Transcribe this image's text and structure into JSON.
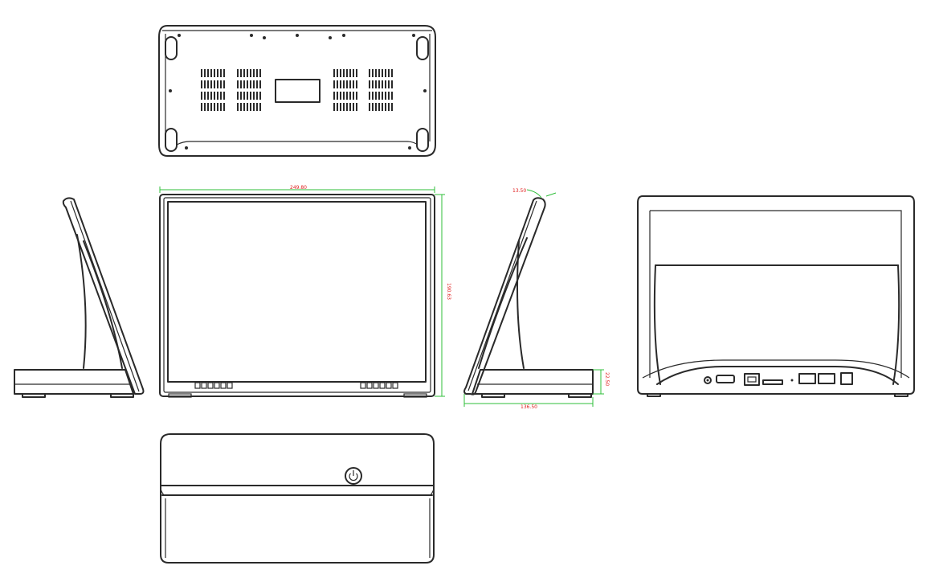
{
  "dimensions": {
    "width": "249.80",
    "height": "190.63",
    "bezel_angle": "13.50",
    "depth": "136.50",
    "base_height": "22.50"
  },
  "icons": {
    "power_button": "power-icon"
  },
  "colors": {
    "line": "#2a2a2a",
    "dimension_line": "#2fbf3a",
    "dimension_text": "#e01c1c",
    "background": "#ffffff"
  }
}
